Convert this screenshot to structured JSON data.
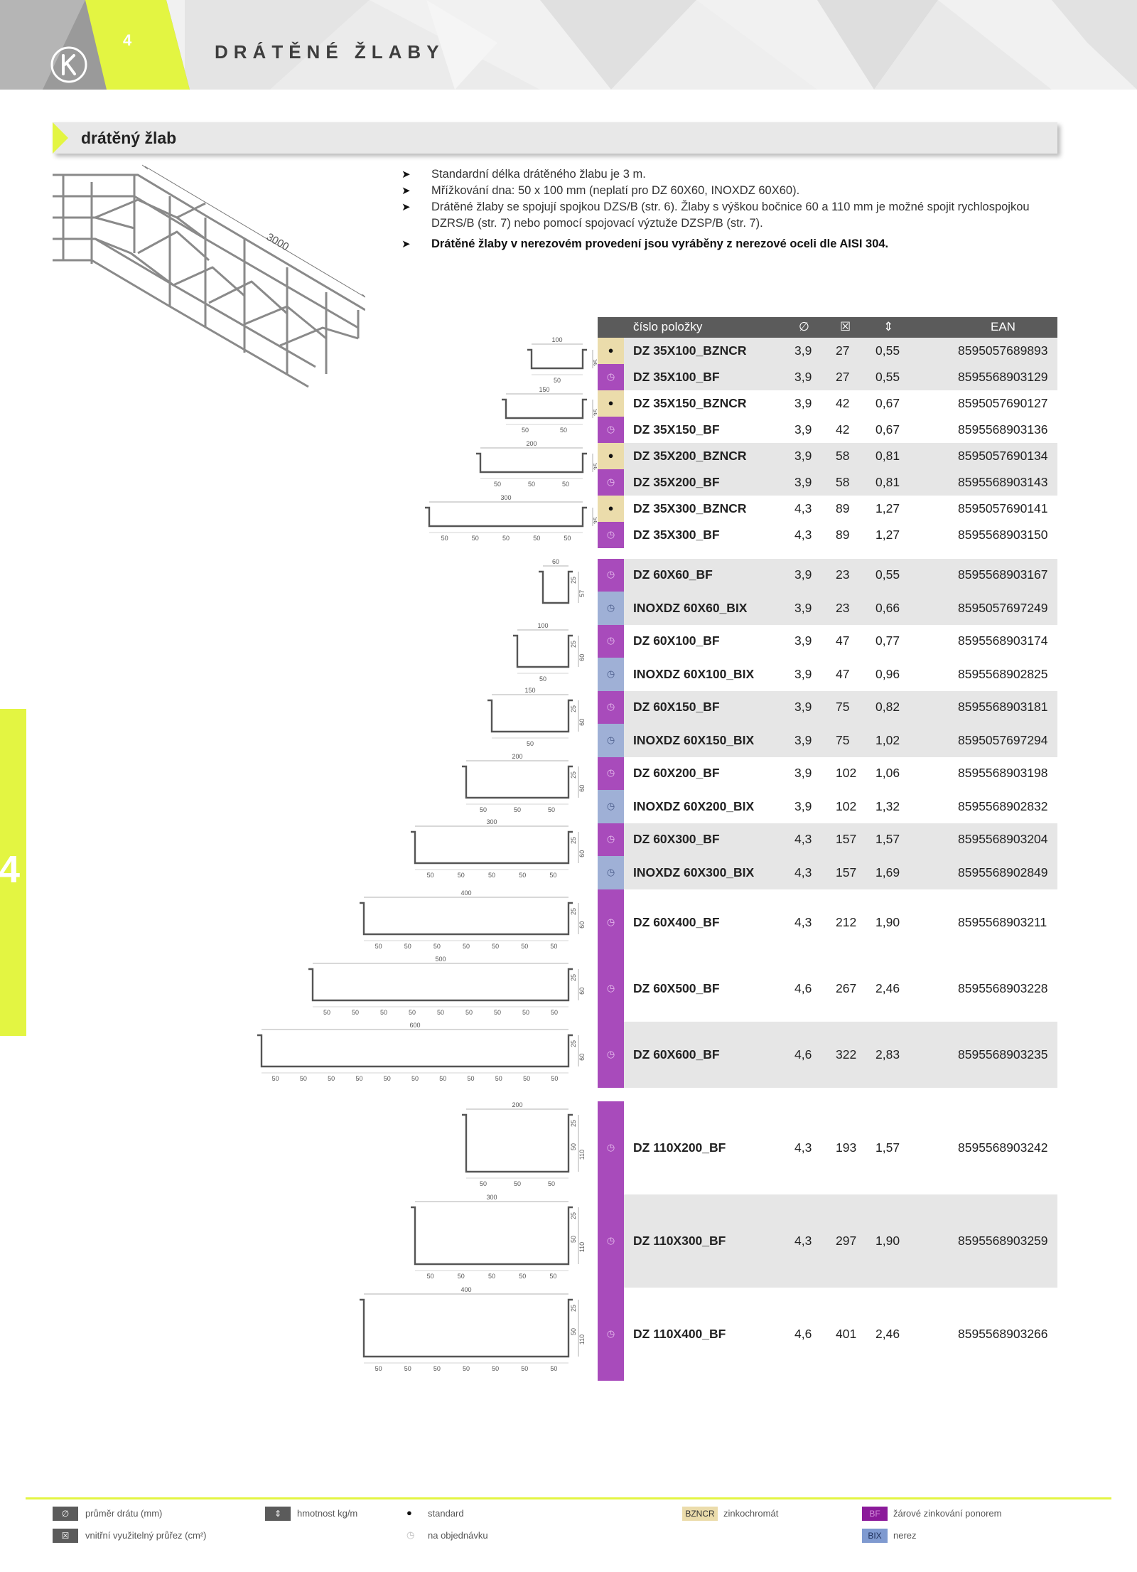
{
  "header": {
    "page_number": "4",
    "title": "DRÁTĚNÉ ŽLABY"
  },
  "side_tab": {
    "number": "4"
  },
  "section": {
    "title": "drátěný žlab"
  },
  "illustration": {
    "length_label": "3000"
  },
  "notes": [
    {
      "text": "Standardní délka drátěného žlabu je 3 m.",
      "bold": false
    },
    {
      "text": "Mřížkování dna: 50 x 100 mm (neplatí pro DZ 60X60, INOXDZ 60X60).",
      "bold": false
    },
    {
      "text": "Drátěné žlaby se spojují spojkou DZS/B (str. 6). Žlaby s výškou bočnice 60 a 110 mm je možné spojit rychlospojkou DZRS/B (str. 7) nebo pomocí spojovací výztuže DZSP/B (str. 7).",
      "bold": false
    },
    {
      "text": "Drátěné žlaby v nerezovém provedení jsou vyráběny z nerezové oceli dle AISI 304.",
      "bold": true
    }
  ],
  "table": {
    "headers": {
      "code": "číslo položky",
      "diameter_icon": "∅",
      "area_icon": "☒",
      "weight_icon": "⇕",
      "ean": "EAN"
    },
    "rows": [
      {
        "code": "DZ 35X100_BZNCR",
        "d": "3,9",
        "a": "27",
        "w": "0,55",
        "ean": "8595057689893",
        "finish": "BZNCR",
        "availability": "standard"
      },
      {
        "code": "DZ 35X100_BF",
        "d": "3,9",
        "a": "27",
        "w": "0,55",
        "ean": "8595568903129",
        "finish": "BF",
        "availability": "order"
      },
      {
        "code": "DZ 35X150_BZNCR",
        "d": "3,9",
        "a": "42",
        "w": "0,67",
        "ean": "8595057690127",
        "finish": "BZNCR",
        "availability": "standard"
      },
      {
        "code": "DZ 35X150_BF",
        "d": "3,9",
        "a": "42",
        "w": "0,67",
        "ean": "8595568903136",
        "finish": "BF",
        "availability": "order"
      },
      {
        "code": "DZ 35X200_BZNCR",
        "d": "3,9",
        "a": "58",
        "w": "0,81",
        "ean": "8595057690134",
        "finish": "BZNCR",
        "availability": "standard"
      },
      {
        "code": "DZ 35X200_BF",
        "d": "3,9",
        "a": "58",
        "w": "0,81",
        "ean": "8595568903143",
        "finish": "BF",
        "availability": "order"
      },
      {
        "code": "DZ 35X300_BZNCR",
        "d": "4,3",
        "a": "89",
        "w": "1,27",
        "ean": "8595057690141",
        "finish": "BZNCR",
        "availability": "standard"
      },
      {
        "code": "DZ 35X300_BF",
        "d": "4,3",
        "a": "89",
        "w": "1,27",
        "ean": "8595568903150",
        "finish": "BF",
        "availability": "order"
      },
      {
        "code": "DZ 60X60_BF",
        "d": "3,9",
        "a": "23",
        "w": "0,55",
        "ean": "8595568903167",
        "finish": "BF",
        "availability": "order"
      },
      {
        "code": "INOXDZ 60X60_BIX",
        "d": "3,9",
        "a": "23",
        "w": "0,66",
        "ean": "8595057697249",
        "finish": "BIX",
        "availability": "order"
      },
      {
        "code": "DZ 60X100_BF",
        "d": "3,9",
        "a": "47",
        "w": "0,77",
        "ean": "8595568903174",
        "finish": "BF",
        "availability": "order"
      },
      {
        "code": "INOXDZ 60X100_BIX",
        "d": "3,9",
        "a": "47",
        "w": "0,96",
        "ean": "8595568902825",
        "finish": "BIX",
        "availability": "order"
      },
      {
        "code": "DZ 60X150_BF",
        "d": "3,9",
        "a": "75",
        "w": "0,82",
        "ean": "8595568903181",
        "finish": "BF",
        "availability": "order"
      },
      {
        "code": "INOXDZ 60X150_BIX",
        "d": "3,9",
        "a": "75",
        "w": "1,02",
        "ean": "8595057697294",
        "finish": "BIX",
        "availability": "order"
      },
      {
        "code": "DZ 60X200_BF",
        "d": "3,9",
        "a": "102",
        "w": "1,06",
        "ean": "8595568903198",
        "finish": "BF",
        "availability": "order"
      },
      {
        "code": "INOXDZ 60X200_BIX",
        "d": "3,9",
        "a": "102",
        "w": "1,32",
        "ean": "8595568902832",
        "finish": "BIX",
        "availability": "order"
      },
      {
        "code": "DZ 60X300_BF",
        "d": "4,3",
        "a": "157",
        "w": "1,57",
        "ean": "8595568903204",
        "finish": "BF",
        "availability": "order"
      },
      {
        "code": "INOXDZ 60X300_BIX",
        "d": "4,3",
        "a": "157",
        "w": "1,69",
        "ean": "8595568902849",
        "finish": "BIX",
        "availability": "order"
      },
      {
        "code": "DZ 60X400_BF",
        "d": "4,3",
        "a": "212",
        "w": "1,90",
        "ean": "8595568903211",
        "finish": "BF",
        "availability": "order"
      },
      {
        "code": "DZ 60X500_BF",
        "d": "4,6",
        "a": "267",
        "w": "2,46",
        "ean": "8595568903228",
        "finish": "BF",
        "availability": "order"
      },
      {
        "code": "DZ 60X600_BF",
        "d": "4,6",
        "a": "322",
        "w": "2,83",
        "ean": "8595568903235",
        "finish": "BF",
        "availability": "order"
      },
      {
        "code": "DZ 110X200_BF",
        "d": "4,3",
        "a": "193",
        "w": "1,57",
        "ean": "8595568903242",
        "finish": "BF",
        "availability": "order"
      },
      {
        "code": "DZ 110X300_BF",
        "d": "4,3",
        "a": "297",
        "w": "1,90",
        "ean": "8595568903259",
        "finish": "BF",
        "availability": "order"
      },
      {
        "code": "DZ 110X400_BF",
        "d": "4,6",
        "a": "401",
        "w": "2,46",
        "ean": "8595568903266",
        "finish": "BF",
        "availability": "order"
      }
    ]
  },
  "drawings": [
    {
      "width_label": "100",
      "height_label": "35",
      "bottom_labels": [
        "50"
      ]
    },
    {
      "width_label": "150",
      "height_label": "35",
      "bottom_labels": [
        "50",
        "50"
      ]
    },
    {
      "width_label": "200",
      "height_label": "35",
      "bottom_labels": [
        "50",
        "50",
        "50"
      ]
    },
    {
      "width_label": "300",
      "height_label": "35",
      "bottom_labels": [
        "50",
        "50",
        "50",
        "50",
        "50"
      ]
    },
    {
      "width_label": "60",
      "height_label": "57",
      "mid_label": "25",
      "bottom_labels": []
    },
    {
      "width_label": "100",
      "height_label": "60",
      "mid_label": "25",
      "bottom_labels": [
        "50"
      ]
    },
    {
      "width_label": "150",
      "height_label": "60",
      "mid_label": "25",
      "bottom_labels": [
        "50"
      ]
    },
    {
      "width_label": "200",
      "height_label": "60",
      "mid_label": "25",
      "bottom_labels": [
        "50",
        "50",
        "50"
      ]
    },
    {
      "width_label": "300",
      "height_label": "60",
      "mid_label": "25",
      "bottom_labels": [
        "50",
        "50",
        "50",
        "50",
        "50"
      ]
    },
    {
      "width_label": "400",
      "height_label": "60",
      "mid_label": "25",
      "bottom_labels": [
        "50",
        "50",
        "50",
        "50",
        "50",
        "50",
        "50"
      ]
    },
    {
      "width_label": "500",
      "height_label": "60",
      "mid_label": "25",
      "bottom_labels": [
        "50",
        "50",
        "50",
        "50",
        "50",
        "50",
        "50",
        "50",
        "50"
      ]
    },
    {
      "width_label": "600",
      "height_label": "60",
      "mid_label": "25",
      "bottom_labels": [
        "50",
        "50",
        "50",
        "50",
        "50",
        "50",
        "50",
        "50",
        "50",
        "50",
        "50"
      ]
    },
    {
      "width_label": "200",
      "height_label": "110",
      "mid_label": "25",
      "mid_label2": "50",
      "bottom_labels": [
        "50",
        "50",
        "50"
      ]
    },
    {
      "width_label": "300",
      "height_label": "110",
      "mid_label": "25",
      "mid_label2": "50",
      "bottom_labels": [
        "50",
        "50",
        "50",
        "50",
        "50"
      ]
    },
    {
      "width_label": "400",
      "height_label": "110",
      "mid_label": "25",
      "mid_label2": "50",
      "bottom_labels": [
        "50",
        "50",
        "50",
        "50",
        "50",
        "50",
        "50"
      ]
    }
  ],
  "legend": {
    "diameter": {
      "icon": "∅",
      "label": "průměr drátu (mm)"
    },
    "area": {
      "icon": "☒",
      "label": "vnitřní využitelný průřez (cm²)"
    },
    "weight": {
      "icon": "⇕",
      "label": "hmotnost kg/m"
    },
    "standard": {
      "icon": "●",
      "label": "standard"
    },
    "order": {
      "icon": "◷",
      "label": "na objednávku"
    },
    "bzncr": {
      "badge": "BZNCR",
      "label": "zinkochromát"
    },
    "bf": {
      "badge": "BF",
      "label": "žárové zinkování ponorem"
    },
    "bix": {
      "badge": "BIX",
      "label": "nerez"
    }
  },
  "colors": {
    "accent": "#e3f542",
    "table_header": "#5b5b5b",
    "bzncr": "#ebdcab",
    "bf": "#a84bbb",
    "bix": "#9fb0d6",
    "row_shade": "#e6e6e6"
  }
}
